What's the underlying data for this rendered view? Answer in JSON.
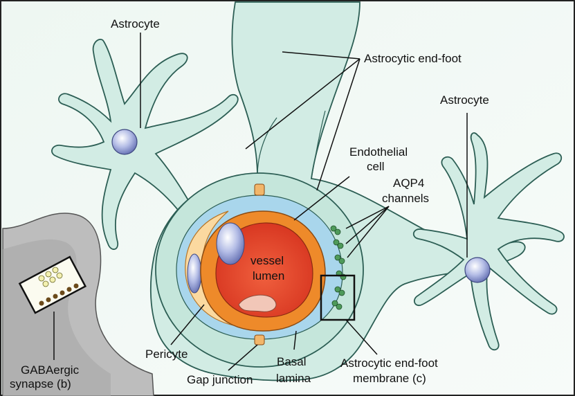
{
  "labels": {
    "astrocyte_top_left": "Astrocyte",
    "astrocyte_right": "Astrocyte",
    "end_foot": "Astrocytic end-foot",
    "endothelial_line1": "Endothelial",
    "endothelial_line2": "cell",
    "aqp4_line1": "AQP4",
    "aqp4_line2": "channels",
    "lumen_line1": "vessel",
    "lumen_line2": "lumen",
    "gaba_line1": "GABAergic",
    "gaba_line2": "synapse (b)",
    "pericyte": "Pericyte",
    "gap_junction": "Gap junction",
    "basal_line1": "Basal",
    "basal_line2": "lamina",
    "membrane_line1": "Astrocytic end-foot",
    "membrane_line2": "membrane (c)"
  },
  "colors": {
    "cell_fill": "#d2ece4",
    "cell_stroke": "#2c5e54",
    "nucleus": "#9aa6d6",
    "basal_lamina": "#a9d6ec",
    "endothelium": "#ee8a2a",
    "lumen": "#e5432a",
    "pericyte": "#fbd9a0",
    "aqp4": "#4e9a5a",
    "neuron": "#bdbdbd"
  }
}
